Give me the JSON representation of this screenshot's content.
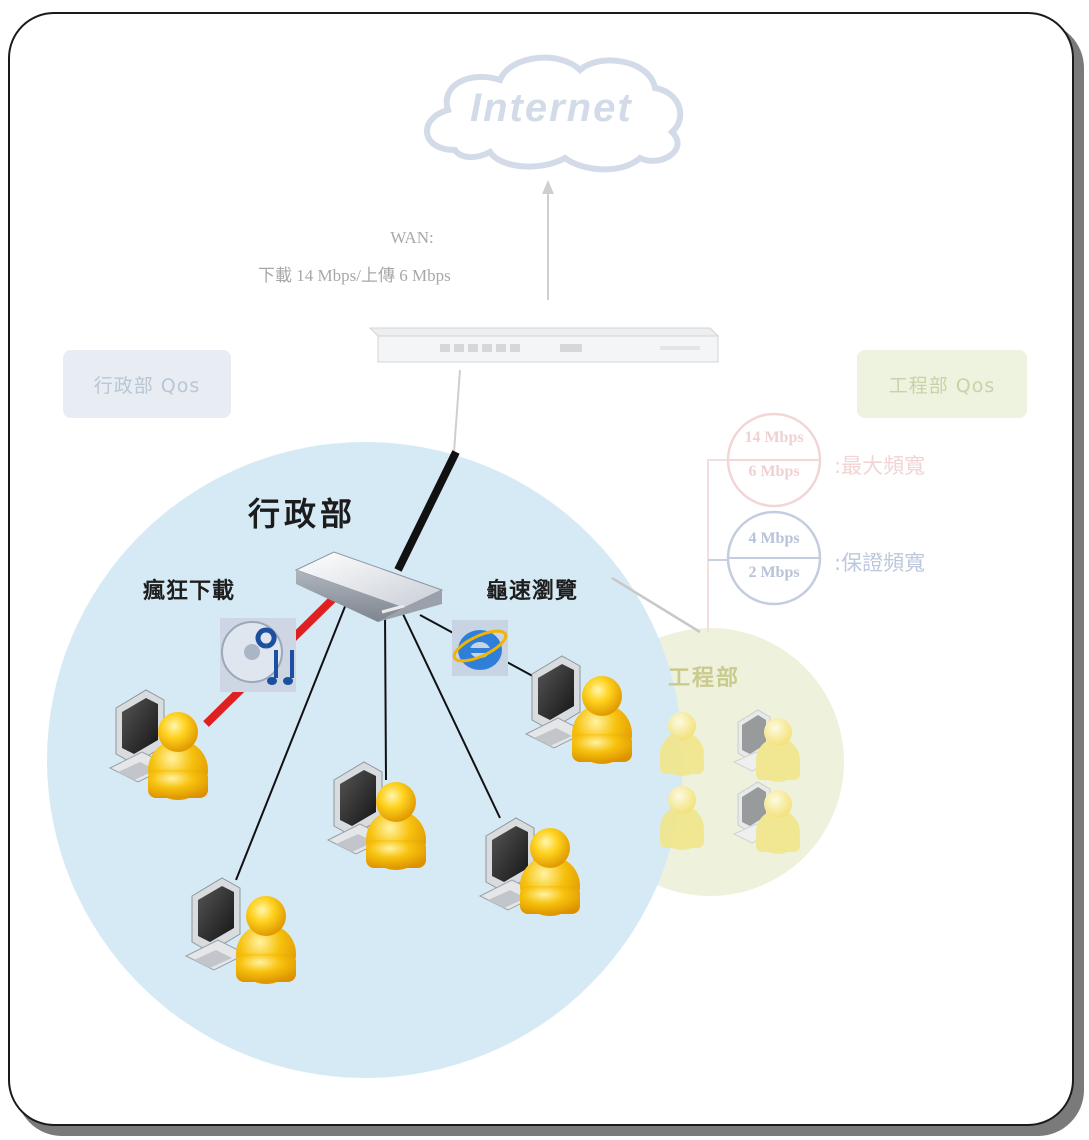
{
  "internet": {
    "label": "Internet"
  },
  "wan": {
    "title": "WAN:",
    "rate": "下載 14 Mbps/上傳 6 Mbps"
  },
  "qos": {
    "admin": "行政部 Qos",
    "engineering": "工程部 Qos"
  },
  "admin_dept": {
    "title": "行政部",
    "crazy_download": "瘋狂下載",
    "slow_browsing": "龜速瀏覽"
  },
  "engineering_dept": {
    "title": "工程部"
  },
  "bandwidth": {
    "max_top": "14 Mbps",
    "max_bottom": "6 Mbps",
    "max_label": ":最大頻寬",
    "guaranteed_top": "4 Mbps",
    "guaranteed_bottom": "2 Mbps",
    "guaranteed_label": ":保證頻寬"
  },
  "colors": {
    "admin_circle": "#d6eaf6",
    "engineering_circle": "#eef2dc",
    "congested_link": "#e02020",
    "user_yellow": "#f3b60a"
  },
  "icons": [
    "cloud-icon",
    "router-icon",
    "switch-icon",
    "music-download-icon",
    "ie-browser-icon",
    "computer-icon",
    "user-icon"
  ]
}
